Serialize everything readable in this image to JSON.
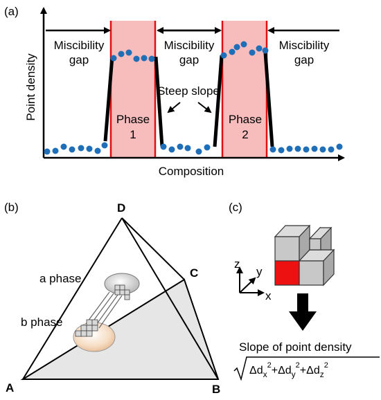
{
  "panel_a": {
    "label": "(a)",
    "ylabel": "Point density",
    "xlabel": "Composition",
    "gap_line1": "Miscibility",
    "gap_line2": "gap",
    "steep_slope": "Steep slope",
    "phase_word": "Phase",
    "phase1_number": "1",
    "phase2_number": "2",
    "colors": {
      "phase_fill": "#f7bcbc",
      "phase_border": "#e01010",
      "dots": "#1f6fb8"
    }
  },
  "panel_b": {
    "label": "(b)",
    "vertex_a": "A",
    "vertex_b": "B",
    "vertex_c": "C",
    "vertex_d": "D",
    "a_phase": "a phase",
    "b_phase": "b phase",
    "colors": {
      "face_fill": "#e6e6e6"
    }
  },
  "panel_c": {
    "label": "(c)",
    "axis_x": "x",
    "axis_y": "y",
    "axis_z": "z",
    "slope_caption": "Slope of point density",
    "delta": "Δd",
    "sub_x": "x",
    "sub_y": "y",
    "sub_z": "z",
    "exponent": "2",
    "plus": "+",
    "colors": {
      "cube": "#c8c8c8",
      "highlight": "#ee1111"
    }
  }
}
